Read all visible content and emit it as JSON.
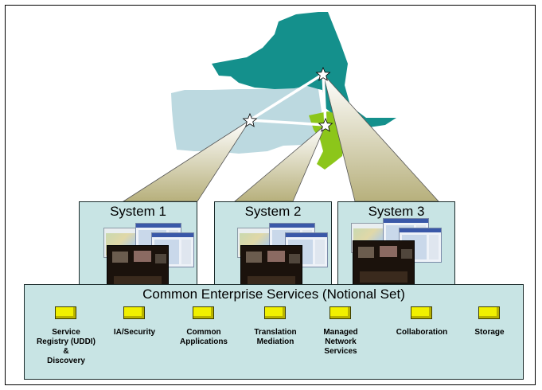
{
  "systems": [
    {
      "label": "System 1"
    },
    {
      "label": "System 2"
    },
    {
      "label": "System 3"
    }
  ],
  "enterprise": {
    "title": "Common Enterprise Services (Notional Set)",
    "services": [
      {
        "label": "Service\nRegistry (UDDI)\n&\nDiscovery"
      },
      {
        "label": "IA/Security"
      },
      {
        "label": "Common\nApplications"
      },
      {
        "label": "Translation\nMediation"
      },
      {
        "label": "Managed\nNetwork\nServices"
      },
      {
        "label": "Collaboration"
      },
      {
        "label": "Storage"
      }
    ]
  },
  "colors": {
    "region_teal": "#14908c",
    "region_lightblue": "#bcd9e0",
    "region_green": "#8cc61a",
    "beam": "#c9c497",
    "box_fill": "#c8e4e4",
    "service_box": "#f1f000"
  },
  "icons": [
    "star-node-icon",
    "star-node-icon",
    "star-node-icon"
  ]
}
